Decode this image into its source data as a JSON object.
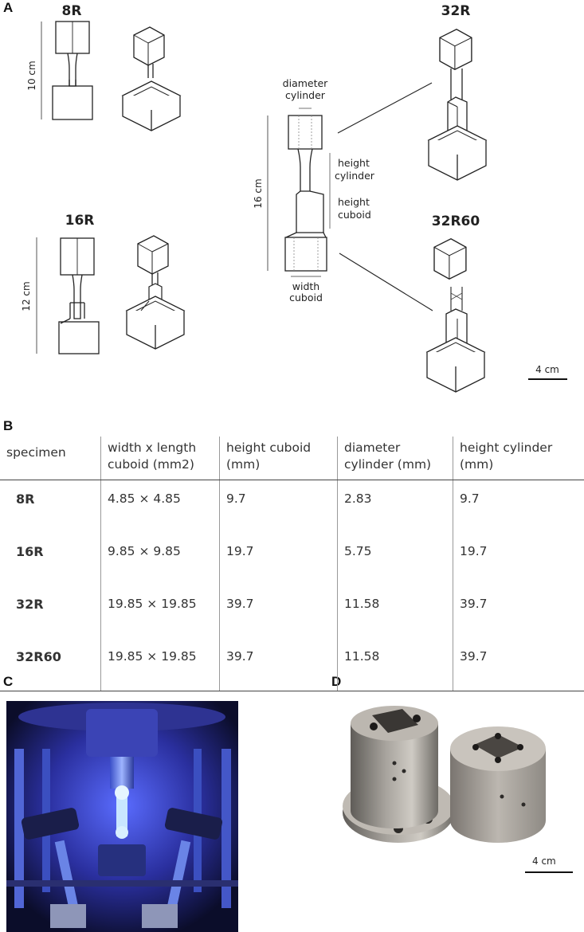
{
  "panels": {
    "a": "A",
    "b": "B",
    "c": "C",
    "d": "D"
  },
  "panel_a": {
    "titles": {
      "r8": "8R",
      "r16": "16R",
      "r32": "32R",
      "r32r60": "32R60"
    },
    "dimensions": {
      "r8_height": "10 cm",
      "r16_height": "12 cm",
      "center_height": "16 cm"
    },
    "callouts": {
      "diameter_1": "diameter",
      "diameter_2": "cylinder",
      "hcyl_1": "height",
      "hcyl_2": "cylinder",
      "hcub_1": "height",
      "hcub_2": "cuboid",
      "width_1": "width",
      "width_2": "cuboid"
    },
    "scale": "4 cm"
  },
  "table": {
    "headers": [
      [
        "specimen"
      ],
      [
        "width x length",
        "cuboid (mm2)"
      ],
      [
        "height cuboid",
        "(mm)"
      ],
      [
        "diameter",
        "cylinder (mm)"
      ],
      [
        "height cylinder",
        "(mm)"
      ]
    ],
    "rows": [
      [
        "8R",
        "4.85 × 4.85",
        "9.7",
        "2.83",
        "9.7"
      ],
      [
        "16R",
        "9.85 × 9.85",
        "19.7",
        "5.75",
        "19.7"
      ],
      [
        "32R",
        "19.85 × 19.85",
        "39.7",
        "11.58",
        "39.7"
      ],
      [
        "32R60",
        "19.85 × 19.85",
        "39.7",
        "11.58",
        "39.7"
      ]
    ]
  },
  "panel_d": {
    "scale": "4 cm"
  }
}
